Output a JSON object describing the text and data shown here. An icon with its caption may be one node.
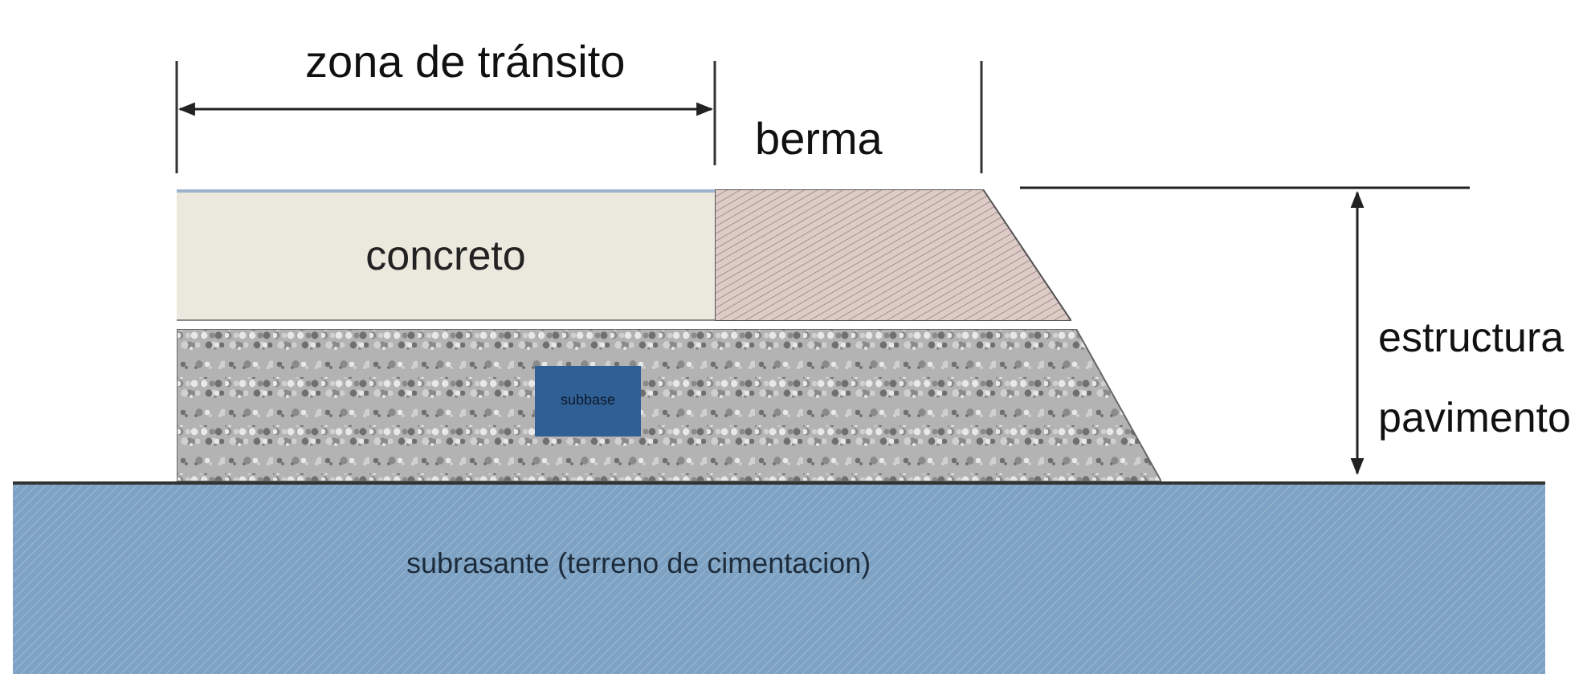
{
  "diagram": {
    "nodes": [
      {
        "text": [
          "concreto"
        ]
      },
      {
        "text": [
          "berma"
        ]
      },
      {
        "text": [],
        "shape": "bar"
      },
      {
        "text": [
          "subbase"
        ],
        "in": 2
      },
      {
        "text": [
          "subrasante (terreno de cimentacion)"
        ]
      }
    ],
    "labels": [
      "zona de tránsito",
      "estructura pavimento"
    ]
  }
}
